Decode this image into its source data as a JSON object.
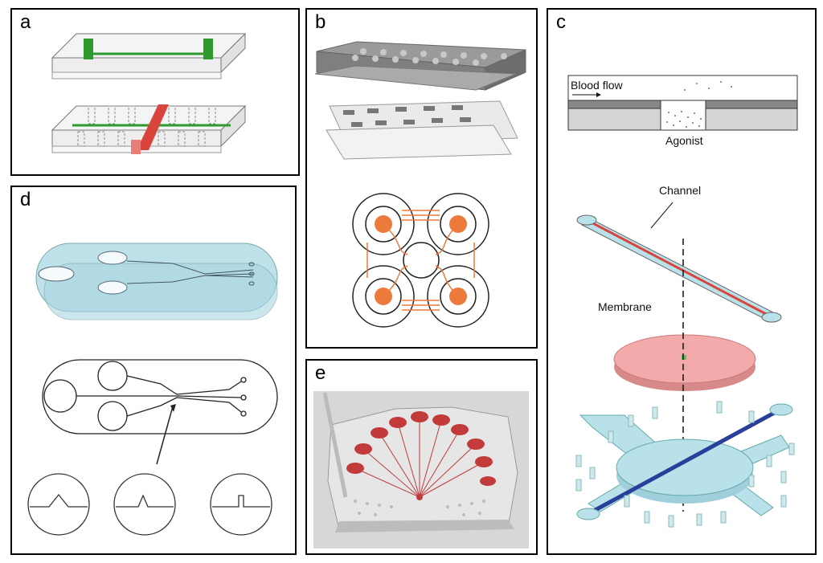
{
  "panels": {
    "a": {
      "label": "a"
    },
    "b": {
      "label": "b"
    },
    "c": {
      "label": "c",
      "blood_flow": "Blood flow",
      "agonist": "Agonist",
      "channel": "Channel",
      "membrane": "Membrane"
    },
    "d": {
      "label": "d"
    },
    "e": {
      "label": "e"
    }
  },
  "colors": {
    "green": "#2e9a2e",
    "red": "#d9453c",
    "orange": "#ec7a3a",
    "light_blue": "#b9e1ea",
    "pink": "#f2aaaa",
    "dark_blue": "#2a3f9a"
  }
}
